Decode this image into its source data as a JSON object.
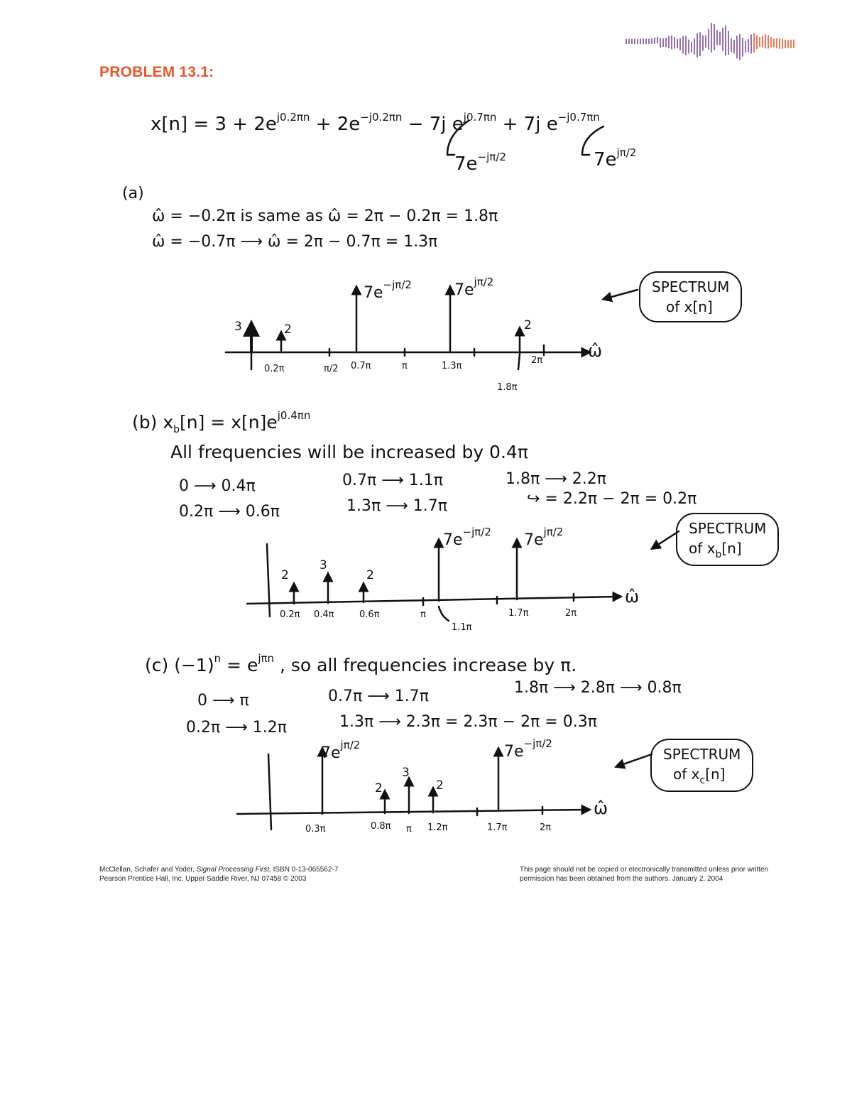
{
  "header": {
    "title": "PROBLEM 13.1:",
    "accent_color": "#e8582a",
    "logo_color": "#7a4a9a"
  },
  "equation": {
    "lhs": "x[n] = ",
    "terms": [
      "3 + 2e",
      "j0.2πn",
      " + 2e",
      "−j0.2πn",
      " − 7j e",
      "j0.7πn",
      " + 7j e",
      "−j0.7πn"
    ],
    "note1": "7e",
    "note1_sup": "−jπ/2",
    "note2": "7e",
    "note2_sup": "jπ/2"
  },
  "part_a": {
    "label": "(a)",
    "line1": "ω̂ = −0.2π   is same as   ω̂ = 2π − 0.2π = 1.8π",
    "line2": "ω̂ = −0.7π   ⟶   ω̂ = 2π − 0.7π = 1.3π",
    "spectrum_label_1": "SPECTRUM",
    "spectrum_label_2": "of x[n]",
    "axis_label": "ω̂",
    "ticks": [
      "0.2π",
      "π/2",
      "0.7π",
      "π",
      "1.3π",
      "2π",
      "1.8π"
    ],
    "amps": [
      "3",
      "2",
      "7e",
      "−jπ/2",
      "7e",
      "jπ/2",
      "2"
    ]
  },
  "part_b": {
    "label": "(b)",
    "eq": "x",
    "eq_sub": "b",
    "eq_rest": "[n] = x[n]e",
    "eq_sup": "j0.4πn",
    "line1": "All frequencies will be increased by 0.4π",
    "map": [
      "0 ⟶ 0.4π",
      "0.7π ⟶ 1.1π",
      "1.8π ⟶ 2.2π",
      "0.2π ⟶ 0.6π",
      "1.3π ⟶ 1.7π",
      "↪ = 2.2π − 2π = 0.2π"
    ],
    "spectrum_label_1": "SPECTRUM",
    "spectrum_label_2": "of x",
    "spectrum_label_sub": "b",
    "spectrum_label_3": "[n]",
    "axis_label": "ω̂",
    "ticks": [
      "0.2π",
      "0.4π",
      "0.6π",
      "π",
      "1.7π",
      "2π",
      "1.1π"
    ],
    "amps": [
      "2",
      "3",
      "2",
      "7e",
      "−jπ/2",
      "7e",
      "jπ/2"
    ]
  },
  "part_c": {
    "label": "(c)",
    "eq": "(−1)",
    "eq_sup1": "n",
    "eq_mid": " = e",
    "eq_sup2": "jπn",
    "eq_rest": " , so all frequencies increase by π.",
    "map": [
      "0 ⟶ π",
      "0.7π ⟶ 1.7π",
      "1.8π ⟶ 2.8π ⟶ 0.8π",
      "0.2π ⟶ 1.2π",
      "1.3π ⟶ 2.3π = 2.3π − 2π = 0.3π"
    ],
    "spectrum_label_1": "SPECTRUM",
    "spectrum_label_2": "of x",
    "spectrum_label_sub": "c",
    "spectrum_label_3": "[n]",
    "axis_label": "ω̂",
    "ticks": [
      "0.3π",
      "0.8π",
      "π",
      "1.2π",
      "1.7π",
      "2π"
    ],
    "amps": [
      "7e",
      "jπ/2",
      "2",
      "3",
      "2",
      "7e",
      "−jπ/2"
    ]
  },
  "footer": {
    "left1a": "McClellan, Schafer and Yoder, ",
    "left1b": "Signal Processing First",
    "left1c": ", ISBN 0-13-065562-7",
    "left2": "Pearson Prentice Hall, Inc. Upper Saddle River, NJ 07458  © 2003",
    "right1": "This page should not be copied or electronically transmitted unless prior written",
    "right2": "permission has been obtained from the authors.  January 2, 2004"
  }
}
